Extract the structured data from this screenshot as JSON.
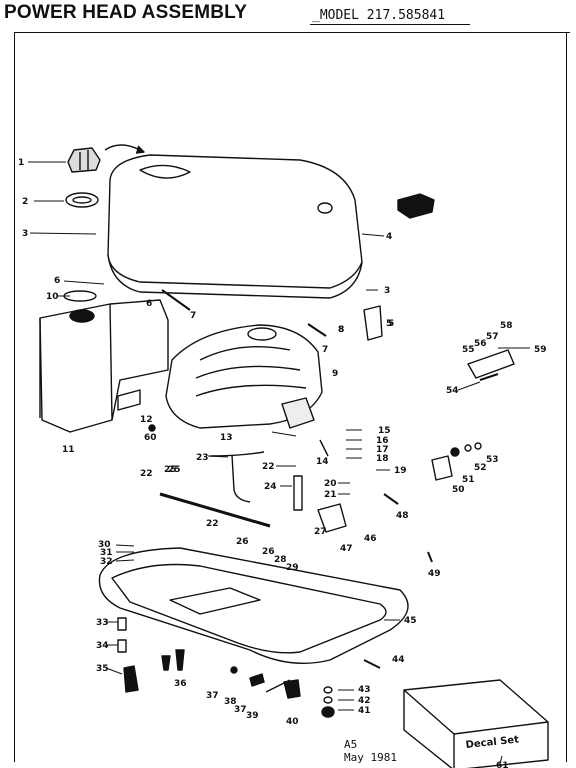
{
  "header": {
    "title": "POWER HEAD ASSEMBLY",
    "model_label": "_MODEL 217.585841"
  },
  "decal_label": "Decal Set",
  "footer": {
    "page_code": "A5",
    "date": "May 1981"
  },
  "callouts": [
    "1",
    "2",
    "3",
    "4",
    "3",
    "5",
    "6",
    "7",
    "8",
    "9",
    "10",
    "11",
    "12",
    "13",
    "14",
    "15",
    "16",
    "17",
    "18",
    "19",
    "20",
    "21",
    "22",
    "23",
    "24",
    "25",
    "26",
    "27",
    "28",
    "29",
    "30",
    "31",
    "32",
    "33",
    "34",
    "35",
    "36",
    "37",
    "38",
    "39",
    "40",
    "41",
    "42",
    "43",
    "44",
    "45",
    "46",
    "47",
    "48",
    "49",
    "50",
    "51",
    "52",
    "53",
    "54",
    "55",
    "56",
    "57",
    "58",
    "59",
    "60",
    "61",
    "6",
    "7",
    "8",
    "22",
    "22",
    "25",
    "26",
    "37",
    "5"
  ]
}
